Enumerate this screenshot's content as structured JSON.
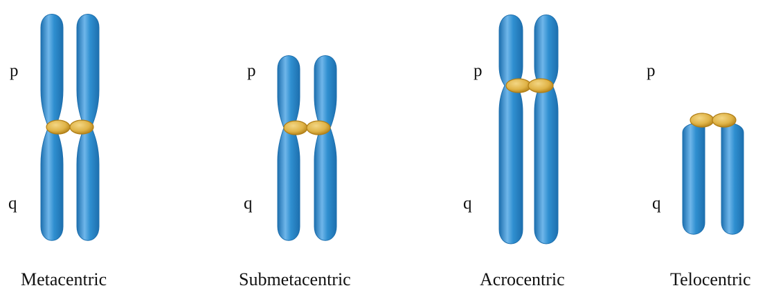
{
  "palette": {
    "chromatid_fill": "#2f8fd0",
    "chromatid_dark": "#1d6fae",
    "chromatid_light": "#6fb6ea",
    "centromere_fill": "#e0b448",
    "centromere_dark": "#b07e16",
    "centromere_light": "#f3d684"
  },
  "chromosomes": [
    {
      "id": "metacentric",
      "type_label": "Metacentric",
      "p_label": "p",
      "q_label": "q"
    },
    {
      "id": "submetacentric",
      "type_label": "Submetacentric",
      "p_label": "p",
      "q_label": "q"
    },
    {
      "id": "acrocentric",
      "type_label": "Acrocentric",
      "p_label": "p",
      "q_label": "q"
    },
    {
      "id": "telocentric",
      "type_label": "Telocentric",
      "p_label": "p",
      "q_label": "q"
    }
  ]
}
